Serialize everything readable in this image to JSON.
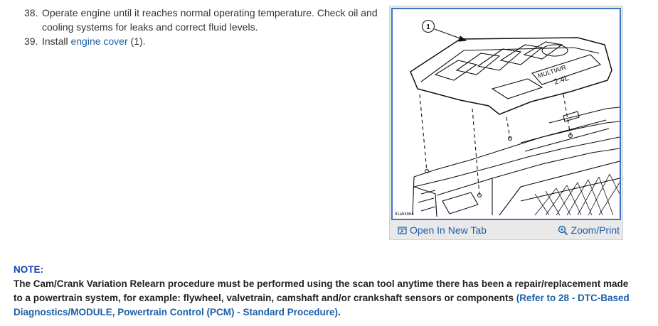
{
  "steps": [
    {
      "number": "38.",
      "text": "Operate engine until it reaches normal operating temperature. Check oil and cooling systems for leaks and correct fluid levels."
    },
    {
      "number": "39.",
      "text_before": "Install ",
      "link": "engine cover",
      "text_after": " (1)."
    }
  ],
  "figure": {
    "callout": "1",
    "cover_text_line1": "MULTIAIR",
    "cover_text_line2": "2.4L",
    "id": "81a54b64",
    "open_label": "Open In New Tab",
    "zoom_label": "Zoom/Print",
    "open_icon": "open-new-tab-icon",
    "zoom_icon": "magnifier-icon"
  },
  "note": {
    "title": "NOTE:",
    "body": "The Cam/Crank Variation Relearn procedure must be performed using the scan tool anytime there has been a repair/replacement made to a powertrain system, for example: flywheel, valvetrain, camshaft and/or crankshaft sensors or components ",
    "link": "(Refer to 28 - DTC-Based Diagnostics/MODULE, Powertrain Control (PCM) - Standard Procedure)",
    "end": "."
  },
  "colors": {
    "link": "#1a5fa8",
    "frame": "#3b73c9",
    "note_title": "#1a3fb8"
  }
}
